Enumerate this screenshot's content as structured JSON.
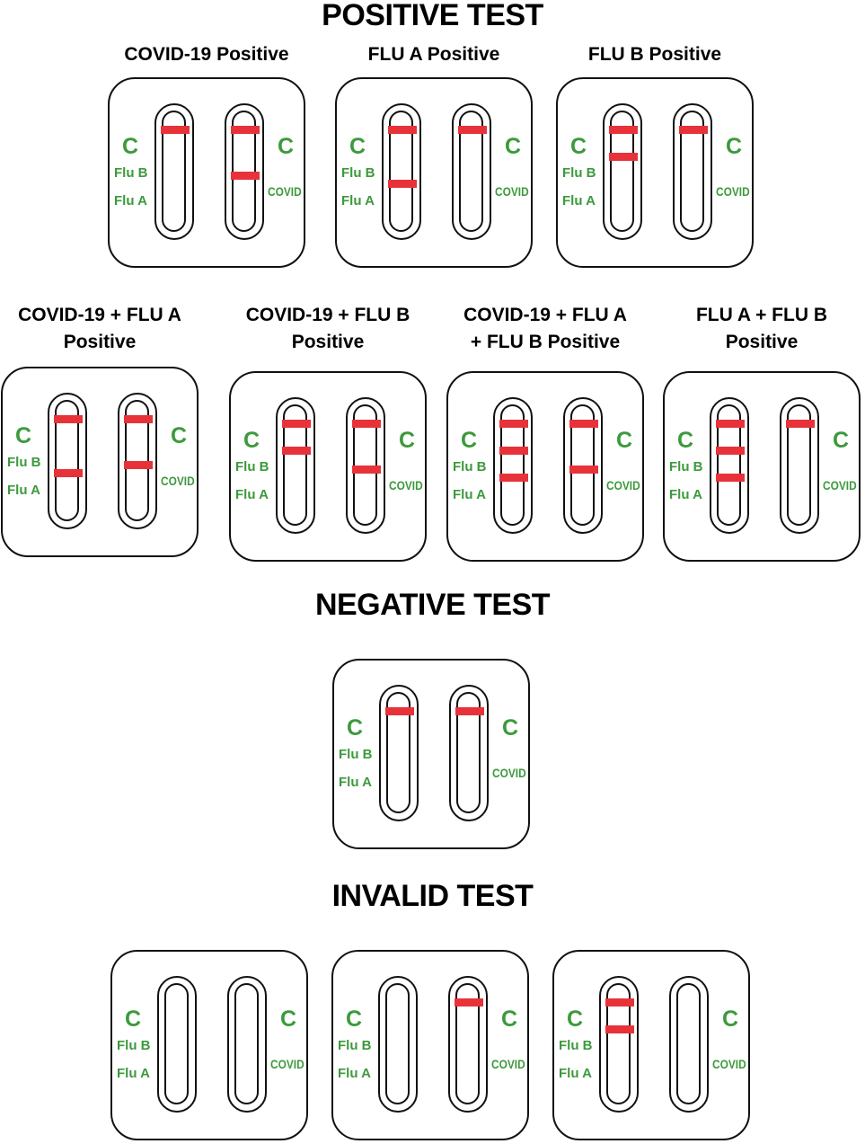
{
  "labels": {
    "control": "C",
    "flu_b": "Flu B",
    "flu_a": "Flu A",
    "covid": "COVID"
  },
  "colors": {
    "result_line": "#e8323a",
    "label_green": "#3c9a3c",
    "outline": "#111111"
  },
  "sections": [
    {
      "id": "positive",
      "title": "POSITIVE TEST"
    },
    {
      "id": "negative",
      "title": "NEGATIVE TEST"
    },
    {
      "id": "invalid",
      "title": "INVALID TEST"
    }
  ],
  "cards": [
    {
      "title": [
        "COVID-19 Positive"
      ],
      "left_lines": [
        "C"
      ],
      "right_lines": [
        "C",
        "COVID"
      ]
    },
    {
      "title": [
        "FLU A Positive"
      ],
      "left_lines": [
        "C",
        "Flu A"
      ],
      "right_lines": [
        "C"
      ]
    },
    {
      "title": [
        "FLU B Positive"
      ],
      "left_lines": [
        "C",
        "Flu B"
      ],
      "right_lines": [
        "C"
      ]
    },
    {
      "title": [
        "COVID-19 + FLU A",
        "Positive"
      ],
      "left_lines": [
        "C",
        "Flu A"
      ],
      "right_lines": [
        "C",
        "COVID"
      ]
    },
    {
      "title": [
        "COVID-19 + FLU B",
        "Positive"
      ],
      "left_lines": [
        "C",
        "Flu B"
      ],
      "right_lines": [
        "C",
        "COVID"
      ]
    },
    {
      "title": [
        "COVID-19 + FLU A",
        "+ FLU B Positive"
      ],
      "left_lines": [
        "C",
        "Flu B",
        "Flu A"
      ],
      "right_lines": [
        "C",
        "COVID"
      ]
    },
    {
      "title": [
        "FLU A + FLU B",
        "Positive"
      ],
      "left_lines": [
        "C",
        "Flu B",
        "Flu A"
      ],
      "right_lines": [
        "C"
      ]
    },
    {
      "title": [],
      "left_lines": [
        "C"
      ],
      "right_lines": [
        "C"
      ]
    },
    {
      "title": [],
      "left_lines": [],
      "right_lines": []
    },
    {
      "title": [],
      "left_lines": [],
      "right_lines": [
        "C"
      ]
    },
    {
      "title": [],
      "left_lines": [
        "C",
        "Flu B"
      ],
      "right_lines": []
    }
  ]
}
